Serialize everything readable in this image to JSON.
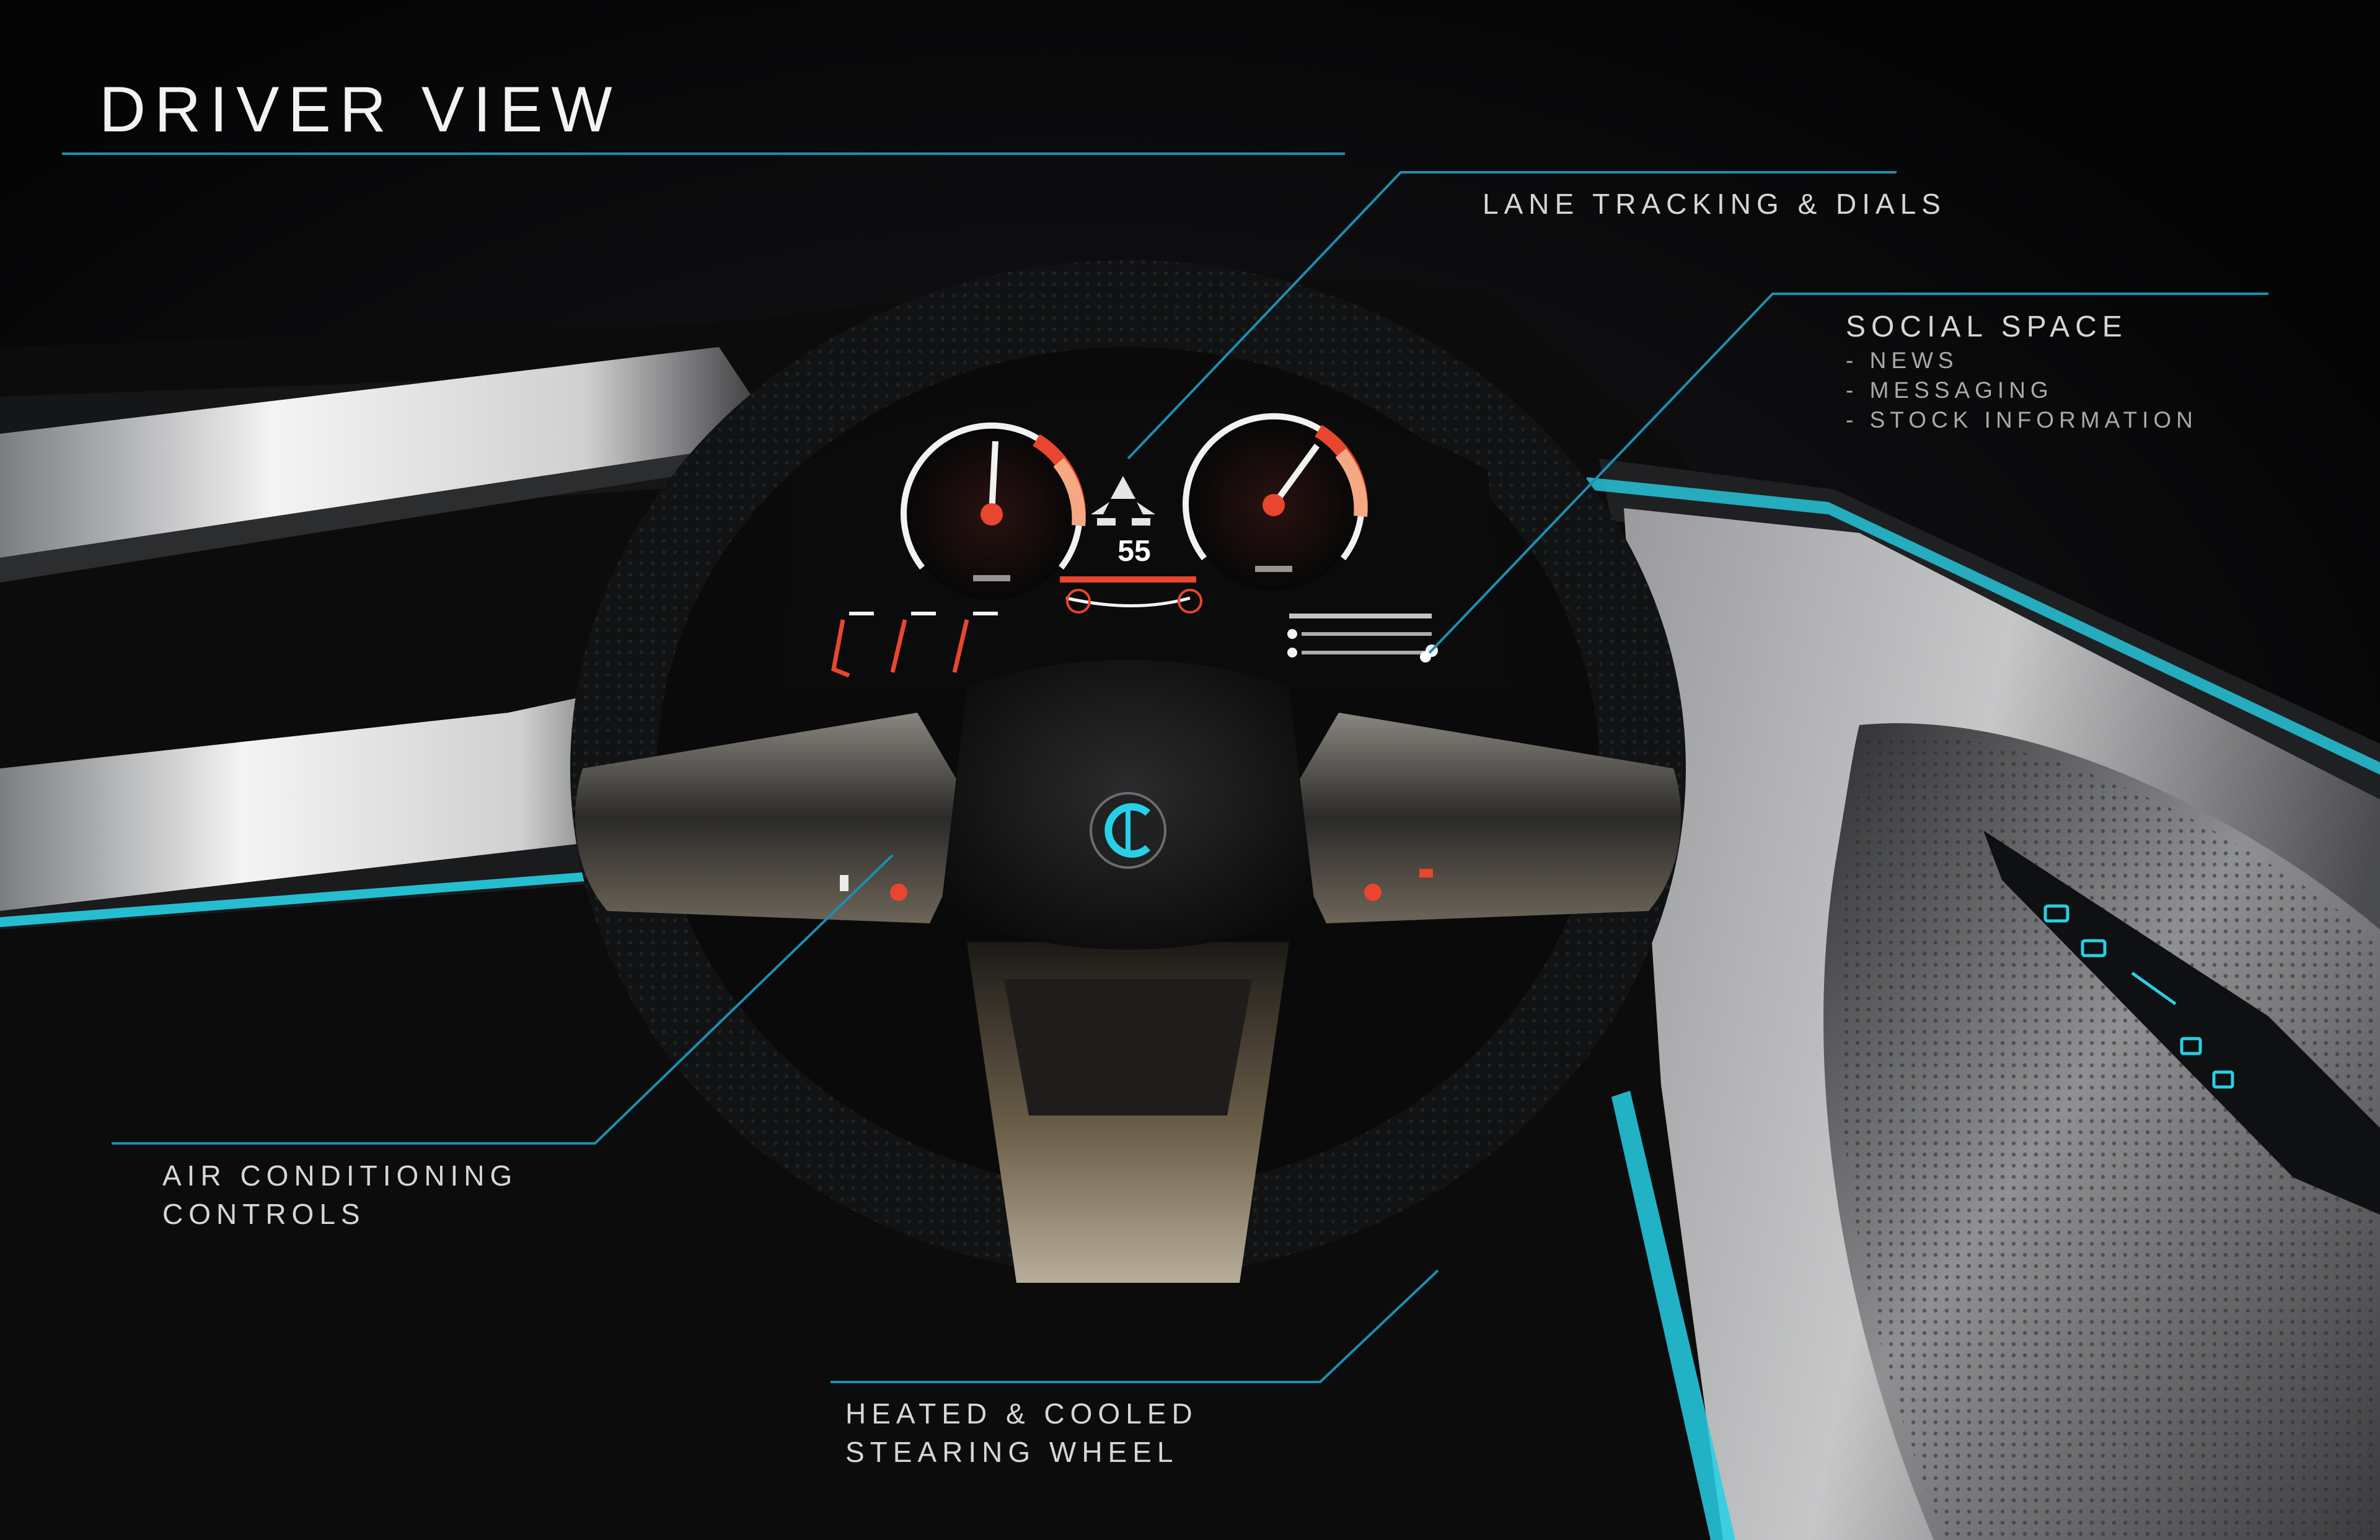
{
  "title": "DRIVER VIEW",
  "callouts": {
    "lane": {
      "text": "LANE TRACKING & DIALS"
    },
    "social": {
      "heading": "SOCIAL SPACE",
      "items": [
        "- NEWS",
        "- MESSAGING",
        "- STOCK INFORMATION"
      ]
    },
    "air": {
      "lines": [
        "AIR CONDITIONING",
        "CONTROLS"
      ]
    },
    "heated": {
      "lines": [
        "HEATED & COOLED",
        "STEARING WHEEL"
      ]
    }
  },
  "cluster": {
    "speed": "55"
  },
  "colors": {
    "accent": "#27d0e6",
    "leader_line": "#1c8fb0",
    "background": "#050506",
    "label_text": "#d6d6d6",
    "dial_red": "#e8462e"
  },
  "icons": {
    "badge": "c-logo-icon",
    "lane_marker": "lane-arrow-icon",
    "door_controls": [
      "window-icon",
      "window-icon",
      "lock-icon",
      "lock-icon"
    ]
  }
}
